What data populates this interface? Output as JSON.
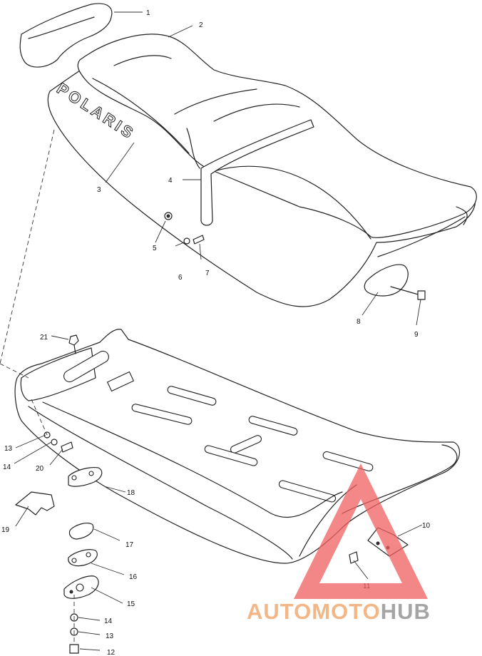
{
  "brand_decal": "POLARIS",
  "callouts": {
    "c1": "1",
    "c2": "2",
    "c3": "3",
    "c4": "4",
    "c5": "5",
    "c6": "6",
    "c7": "7",
    "c8": "8",
    "c9": "9",
    "c10": "10",
    "c11": "11",
    "c12": "12",
    "c13a": "13",
    "c13b": "13",
    "c14a": "14",
    "c14b": "14",
    "c15": "15",
    "c16": "16",
    "c17": "17",
    "c18": "18",
    "c19": "19",
    "c20": "20",
    "c21": "21"
  },
  "watermark": {
    "part1": "AUTO",
    "part2": "MOTO",
    "part3": "HUB",
    "color_primary": "#f0a060",
    "color_secondary": "#888888",
    "triangle_color": "#f06060"
  }
}
